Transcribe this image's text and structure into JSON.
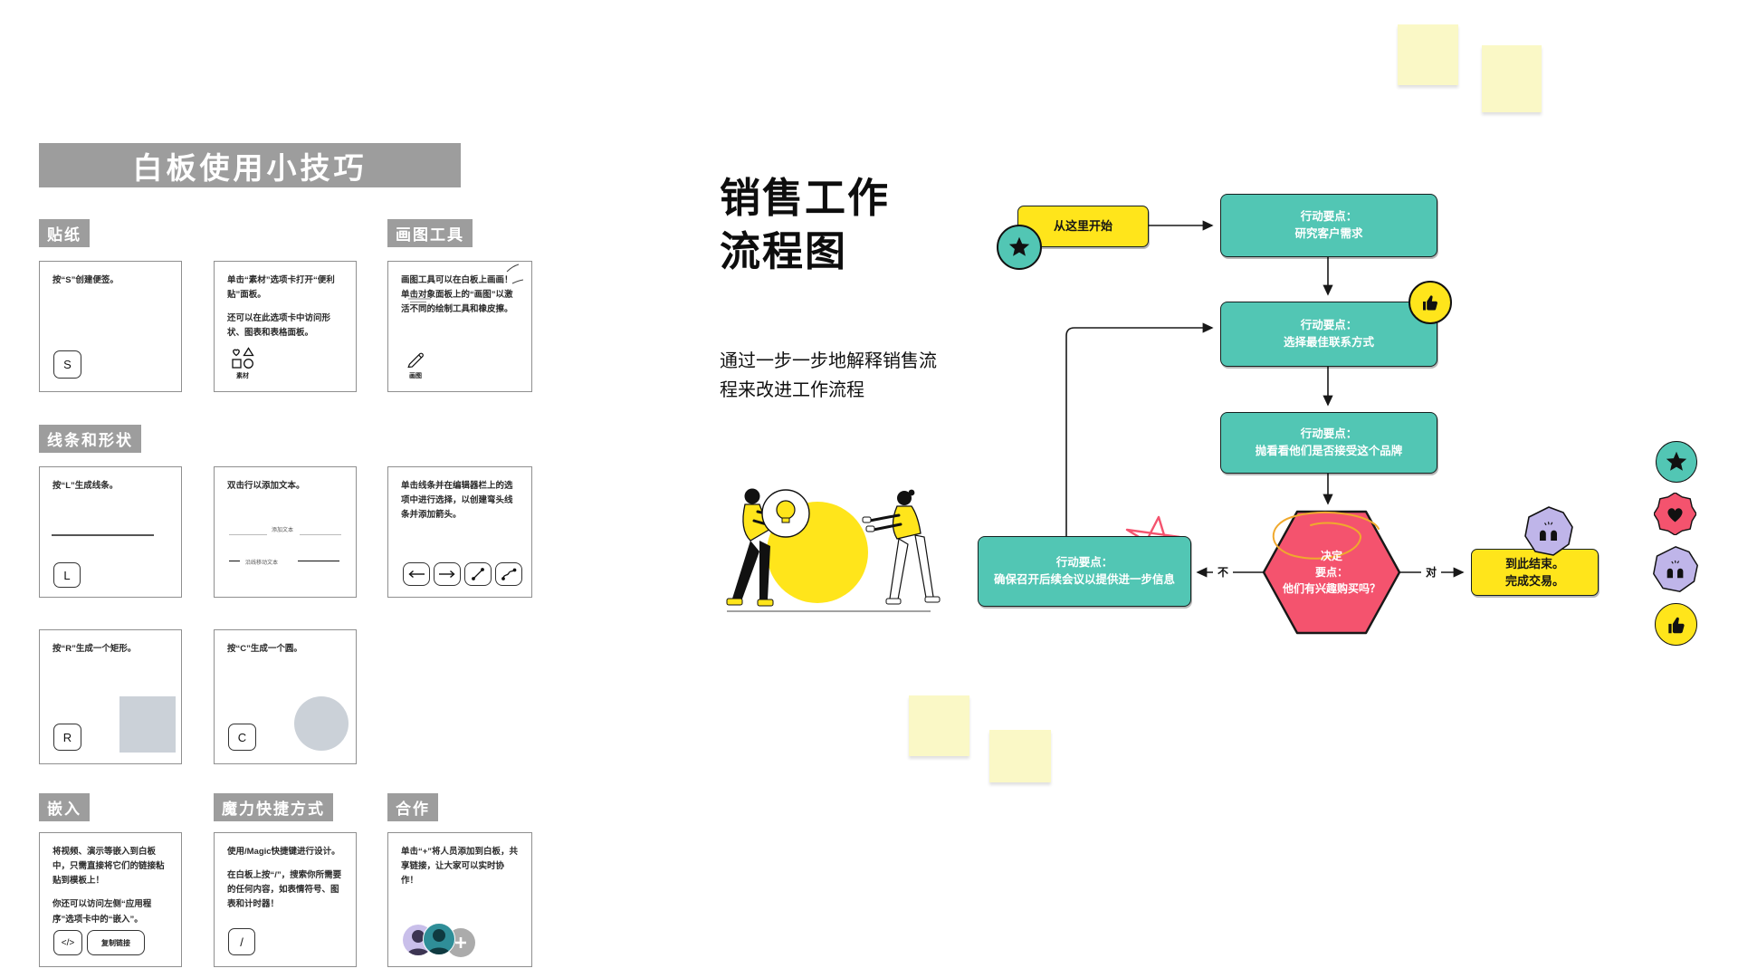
{
  "colors": {
    "teal": "#52C6B4",
    "yellow": "#FFE51B",
    "red_pink": "#F4536E",
    "lavender": "#BFB5E9",
    "gray_label": "#9D9D9D",
    "sticky_yellow": "#FAF8C6"
  },
  "left_panel": {
    "title": "白板使用小技巧",
    "sections": {
      "stickers": "贴纸",
      "drawing": "画图工具",
      "lines": "线条和形状",
      "embed": "嵌入",
      "magic": "魔力快捷方式",
      "collab": "合作"
    },
    "cards": {
      "sticky": {
        "text": "按“S”创建便签。",
        "key": "S"
      },
      "assets": {
        "text1": "单击“素材”选项卡打开“便利贴”面板。",
        "text2": "还可以在此选项卡中访问形状、图表和表格面板。",
        "icon_label": "素材"
      },
      "draw": {
        "text": "画图工具可以在白板上画画！单击对象面板上的“画图”以激活不同的绘制工具和橡皮擦。",
        "icon_label": "画图"
      },
      "line": {
        "text": "按“L”生成线条。",
        "key": "L"
      },
      "line_text": {
        "text": "双击行以添加文本。",
        "label_add": "添加文本",
        "label_move": "沿线移动文本"
      },
      "elbow": {
        "text": "单击线条并在编辑器栏上的选项中进行选择，以创建弯头线条并添加箭头。"
      },
      "rect": {
        "text": "按“R”生成一个矩形。",
        "key": "R"
      },
      "circle": {
        "text": "按“C”生成一个圆。",
        "key": "C"
      },
      "embed": {
        "text1": "将视频、演示等嵌入到白板中，只需直接将它们的链接粘贴到模板上！",
        "text2": "你还可以访问左侧“应用程序”选项卡中的“嵌入”。",
        "code_key": "</>",
        "copy_button": "复制链接"
      },
      "magic": {
        "text1": "使用/Magic快捷键进行设计。",
        "text2": "在白板上按“/”，搜索你所需要的任何内容，如表情符号、图表和计时器！",
        "key": "/"
      },
      "collab": {
        "text": "单击“+”将人员添加到白板，共享链接，让大家可以实时协作！"
      }
    }
  },
  "flowchart": {
    "title": "销售工作流程图",
    "subtitle": "通过一步一步地解释销售流程来改进工作流程",
    "nodes": {
      "start": {
        "label": "从这里开始"
      },
      "research": {
        "line1": "行动要点：",
        "line2": "研究客户需求"
      },
      "contact": {
        "line1": "行动要点：",
        "line2": "选择最佳联系方式"
      },
      "brand": {
        "line1": "行动要点：",
        "line2": "抛看看他们是否接受这个品牌"
      },
      "decision": {
        "line1": "决定",
        "line2": "要点：",
        "line3": "他们有兴趣购买吗？"
      },
      "followup": {
        "line1": "行动要点：",
        "line2": "确保召开后续会议以提供进一步信息"
      },
      "end": {
        "line1": "到此结束。",
        "line2": "完成交易。"
      }
    },
    "edge_labels": {
      "no": "不",
      "yes": "对"
    },
    "icons": {
      "start_badge": "star-icon",
      "contact_badge": "thumbs-up-icon",
      "end_badge": "raised-hands-icon",
      "sticker_1": "star-icon",
      "sticker_2": "heart-icon",
      "sticker_3": "raised-hands-icon",
      "sticker_4": "thumbs-up-icon"
    }
  }
}
